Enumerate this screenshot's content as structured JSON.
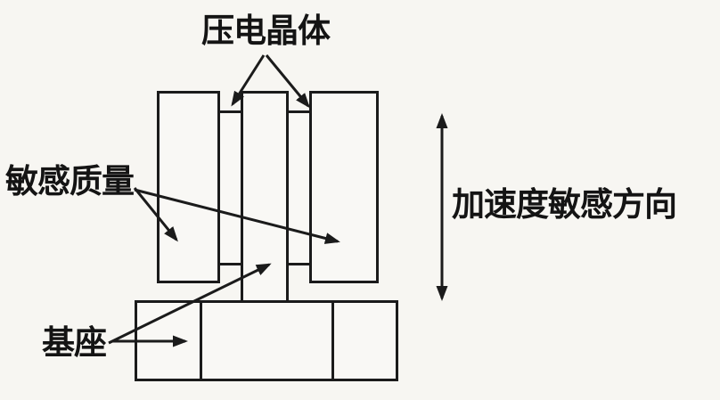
{
  "diagram": {
    "labels": {
      "piezo_crystal": "压电晶体",
      "seismic_mass": "敏感质量",
      "base": "基座",
      "sensitive_direction": "加速度敏感方向"
    },
    "colors": {
      "ink": "#1b1b1b",
      "paper": "#f7f6f2"
    }
  }
}
